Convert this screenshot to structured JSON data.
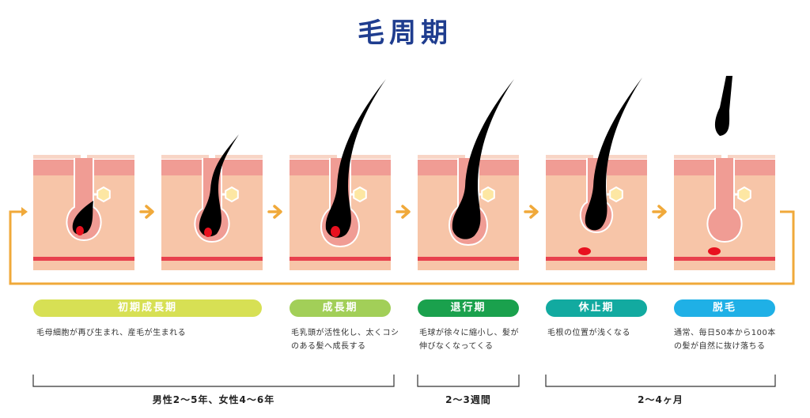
{
  "title": "毛周期",
  "colors": {
    "title": "#1f3d8f",
    "skin": "#f7c5a8",
    "epidermis": "#f09c94",
    "surface": "#f8d5c6",
    "line": "#e8414d",
    "hair": "#000000",
    "papilla": "#e8101f",
    "gland": "#fde7a3",
    "arrow": "#f0a93a"
  },
  "icons": {
    "cycle_arrow": "right-arrow-icon",
    "gland": "sebaceous-gland-icon"
  },
  "stages": [
    {
      "label": "初期成長期",
      "color": "#d7e054",
      "description": [
        "毛母細胞が再び生まれ、産毛が生まれる"
      ]
    },
    {
      "label": "成長期",
      "color": "#a2cf58",
      "description": [
        "毛乳頭が活性化し、太くコシ",
        "のある髪へ成長する"
      ]
    },
    {
      "label": "退行期",
      "color": "#1aa14d",
      "description": [
        "毛球が徐々に縮小し、髪が",
        "伸びなくなってくる"
      ]
    },
    {
      "label": "休止期",
      "color": "#12aaa0",
      "description": [
        "毛根の位置が浅くなる"
      ]
    },
    {
      "label": "脱毛",
      "color": "#1fb0e6",
      "description": [
        "通常、毎日50本から100本",
        "の髪が自然に抜け落ちる"
      ]
    }
  ],
  "durations": [
    {
      "label": "男性2〜5年、女性4〜6年"
    },
    {
      "label": "2〜3週間"
    },
    {
      "label": "2〜4ヶ月"
    }
  ]
}
